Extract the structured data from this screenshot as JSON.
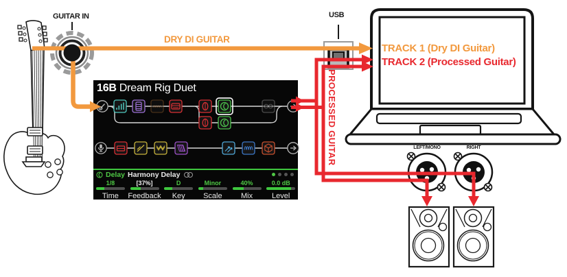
{
  "labels": {
    "guitar_in": "GUITAR IN",
    "usb": "USB",
    "dry_di": "DRY DI GUITAR",
    "processed": "PROCESSED GUITAR",
    "track1": "TRACK 1 (Dry DI Guitar)",
    "track2": "TRACK 2 (Processed Guitar)",
    "left_mono": "LEFT/MONO",
    "right": "RIGHT"
  },
  "pedal": {
    "preset_number": "16B",
    "preset_name": "Dream Rig Duet",
    "signal_chain": {
      "path1a": [
        "guitar-input",
        "gain-block",
        "amp-block",
        "wah-block-bypassed",
        "amp2-block",
        "preamp-block",
        "harmony-delay-selected",
        "looper-bypassed",
        "output"
      ],
      "path1b": [
        "preamp-block",
        "delay-block"
      ],
      "path2": [
        "mic-input",
        "comp-block",
        "eq-block",
        "tremolo-block",
        "pitch-block",
        "delay-block",
        "mod-block",
        "reverb-block",
        "output"
      ]
    },
    "footer": {
      "block_type": "Delay",
      "block_name": "Harmony Delay",
      "page_dots": {
        "count": 4,
        "active_index": 0
      },
      "params": [
        {
          "label": "Time",
          "value": "1/8",
          "fill_style": "width:30%",
          "value_color": "green"
        },
        {
          "label": "Feedback",
          "value": "[37%]",
          "fill_style": "width:37%",
          "value_color": "white"
        },
        {
          "label": "Key",
          "value": "D",
          "fill_style": "width:28%",
          "value_color": "green"
        },
        {
          "label": "Scale",
          "value": "Minor",
          "fill_style": "width:18%",
          "value_color": "green"
        },
        {
          "label": "Mix",
          "value": "40%",
          "fill_style": "width:40%",
          "value_color": "green"
        },
        {
          "label": "Level",
          "value": "0.0 dB",
          "fill_style": "width:85%",
          "value_color": "green"
        }
      ]
    }
  },
  "colors": {
    "orange": "#F2993E",
    "red": "#E8282E",
    "screen_green": "#4FC845"
  }
}
